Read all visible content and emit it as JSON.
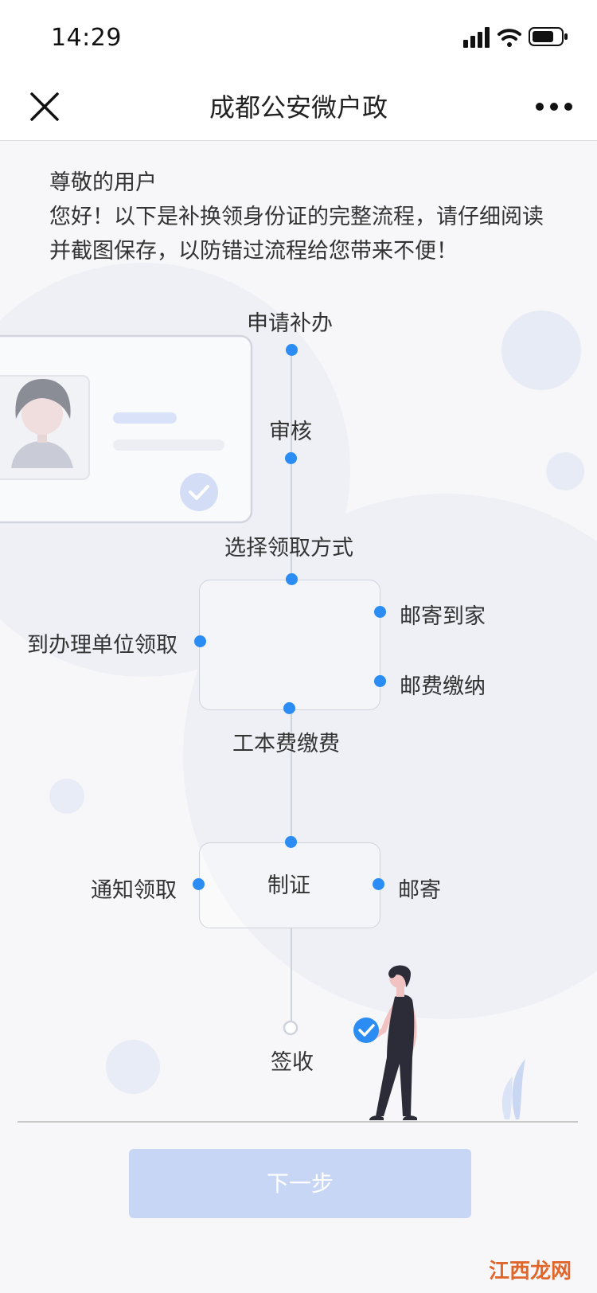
{
  "status_bar": {
    "time": "14:29"
  },
  "navbar": {
    "title": "成都公安微户政"
  },
  "intro": {
    "greeting": "尊敬的用户",
    "body": "您好！以下是补换领身份证的完整流程，请仔细阅读并截图保存，以防错过流程给您带来不便！"
  },
  "flow": {
    "step_apply": "申请补办",
    "step_review": "审核",
    "step_choose": "选择领取方式",
    "opt_pickup_unit": "到办理单位领取",
    "opt_mail_home": "邮寄到家",
    "opt_pay_postage": "邮费缴纳",
    "step_pay_fee": "工本费缴费",
    "step_make": "制证",
    "opt_notify": "通知领取",
    "opt_mail": "邮寄",
    "step_receive": "签收"
  },
  "footer": {
    "next_label": "下一步"
  },
  "watermark": "江西龙网",
  "colors": {
    "accent": "#2b8cf3",
    "button_disabled": "#c8d6f5"
  }
}
